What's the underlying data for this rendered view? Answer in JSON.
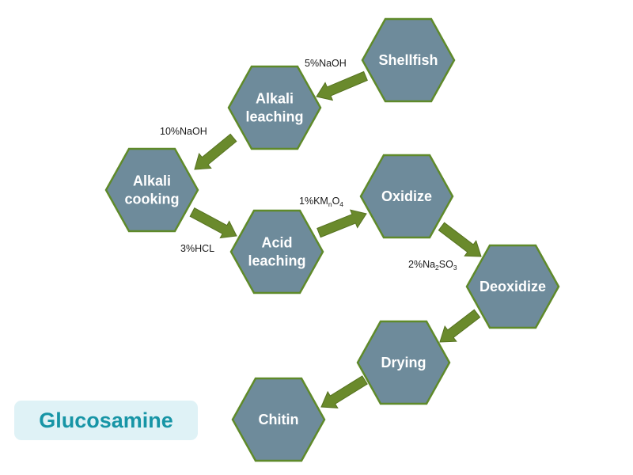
{
  "badge": {
    "text": "Glucosamine"
  },
  "steps": [
    {
      "id": "shellfish",
      "lines": [
        "Shellfish"
      ]
    },
    {
      "id": "alkali-leaching",
      "lines": [
        "Alkali",
        "leaching"
      ]
    },
    {
      "id": "alkali-cooking",
      "lines": [
        "Alkali",
        "cooking"
      ]
    },
    {
      "id": "acid-leaching",
      "lines": [
        "Acid",
        "leaching"
      ]
    },
    {
      "id": "oxidize",
      "lines": [
        "Oxidize"
      ]
    },
    {
      "id": "deoxidize",
      "lines": [
        "Deoxidize"
      ]
    },
    {
      "id": "drying",
      "lines": [
        "Drying"
      ]
    },
    {
      "id": "chitin",
      "lines": [
        "Chitin"
      ]
    }
  ],
  "transitions": [
    {
      "from": "shellfish",
      "to": "alkali-leaching",
      "reagent": [
        {
          "t": "5%NaOH"
        }
      ]
    },
    {
      "from": "alkali-leaching",
      "to": "alkali-cooking",
      "reagent": [
        {
          "t": "10%NaOH"
        }
      ]
    },
    {
      "from": "alkali-cooking",
      "to": "acid-leaching",
      "reagent": [
        {
          "t": "3%HCL"
        }
      ]
    },
    {
      "from": "acid-leaching",
      "to": "oxidize",
      "reagent": [
        {
          "t": "1%KM"
        },
        {
          "t": "n",
          "sub": true
        },
        {
          "t": "O"
        },
        {
          "t": "4",
          "sub": true
        }
      ]
    },
    {
      "from": "oxidize",
      "to": "deoxidize",
      "reagent": [
        {
          "t": "2%Na"
        },
        {
          "t": "2",
          "sub": true
        },
        {
          "t": "SO"
        },
        {
          "t": "3",
          "sub": true
        }
      ]
    },
    {
      "from": "deoxidize",
      "to": "drying",
      "reagent": []
    },
    {
      "from": "drying",
      "to": "chitin",
      "reagent": []
    }
  ],
  "colors": {
    "hex_fill": "#6e8b9b",
    "hex_border": "#5f8a2a",
    "arrow": "#6a8a2c",
    "badge_bg": "#dff2f6",
    "badge_text": "#1795a6"
  }
}
